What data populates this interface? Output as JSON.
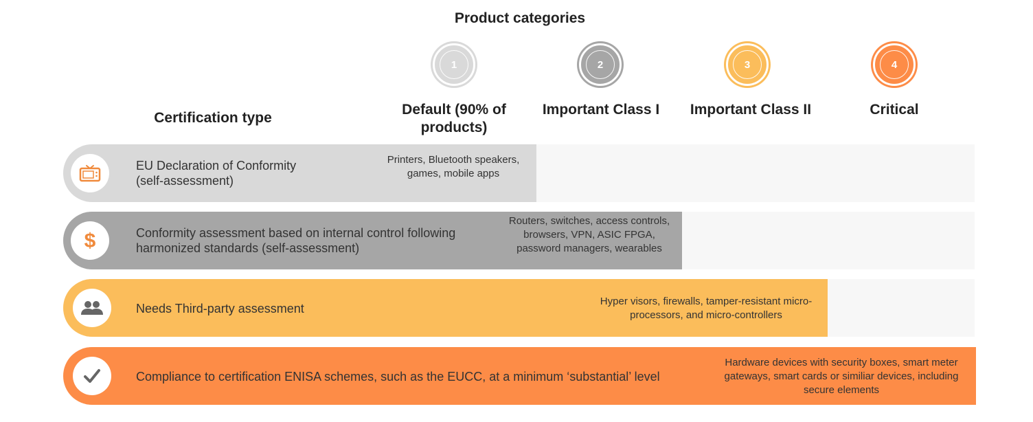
{
  "title": "Product categories",
  "certification_header": "Certification type",
  "categories": [
    {
      "number": "1",
      "label": "Default (90% of products)",
      "color": "#d9d9d9"
    },
    {
      "number": "2",
      "label": "Important Class I",
      "color": "#a6a6a6"
    },
    {
      "number": "3",
      "label": "Important Class II",
      "color": "#fbbd5b"
    },
    {
      "number": "4",
      "label": "Critical",
      "color": "#fd8c47"
    }
  ],
  "rows": [
    {
      "icon": "tv-icon",
      "label": "EU Declaration of Conformity (self-assessment)",
      "examples": "Printers, Bluetooth speakers, games, mobile apps",
      "color": "#d9d9d9",
      "icon_color": "#f08a3c"
    },
    {
      "icon": "dollar-icon",
      "label": "Conformity assessment based on internal control following harmonized standards (self-assessment)",
      "examples": "Routers, switches, access controls, browsers, VPN, ASIC FPGA, password managers, wearables",
      "color": "#a6a6a6",
      "icon_color": "#f08a3c"
    },
    {
      "icon": "people-icon",
      "label": "Needs Third-party assessment",
      "examples": "Hyper visors, firewalls, tamper-resistant micro-processors, and micro-controllers",
      "color": "#fbbd5b",
      "icon_color": "#666666"
    },
    {
      "icon": "checkmark-icon",
      "label": "Compliance to certification ENISA schemes, such as the EUCC, at a minimum ‘substantial’ level",
      "examples": "Hardware devices with security boxes, smart meter gateways, smart cards or similiar devices, including secure elements",
      "color": "#fd8c47",
      "icon_color": "#666666"
    }
  ]
}
